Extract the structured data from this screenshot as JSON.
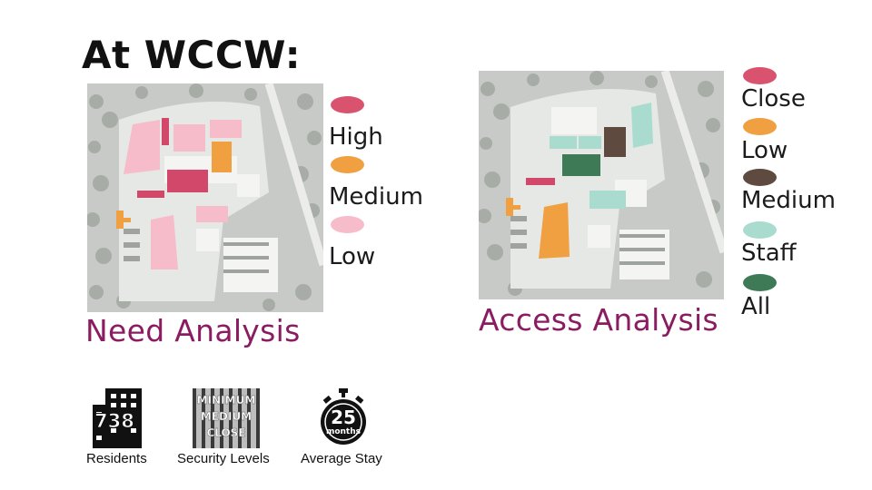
{
  "title": "At WCCW:",
  "need_analysis": {
    "caption": "Need Analysis",
    "legend": [
      {
        "label": "High",
        "color": "#d9536f"
      },
      {
        "label": "Medium",
        "color": "#f0a040"
      },
      {
        "label": "Low",
        "color": "#f6bcc9"
      }
    ]
  },
  "access_analysis": {
    "caption": "Access Analysis",
    "legend": [
      {
        "label": "Close",
        "color": "#d9536f"
      },
      {
        "label": "Low",
        "color": "#f0a040"
      },
      {
        "label": "Medium",
        "color": "#5e4a3f"
      },
      {
        "label": "Staff",
        "color": "#a9dccf"
      },
      {
        "label": "All",
        "color": "#3f7a57"
      }
    ]
  },
  "stats": {
    "residents": {
      "value": "738",
      "label": "Residents"
    },
    "security": {
      "levels": [
        "MINIMUM",
        "MEDIUM",
        "CLOSE"
      ],
      "label": "Security Levels"
    },
    "stay": {
      "value": "25",
      "unit": "months",
      "label": "Average Stay"
    }
  }
}
